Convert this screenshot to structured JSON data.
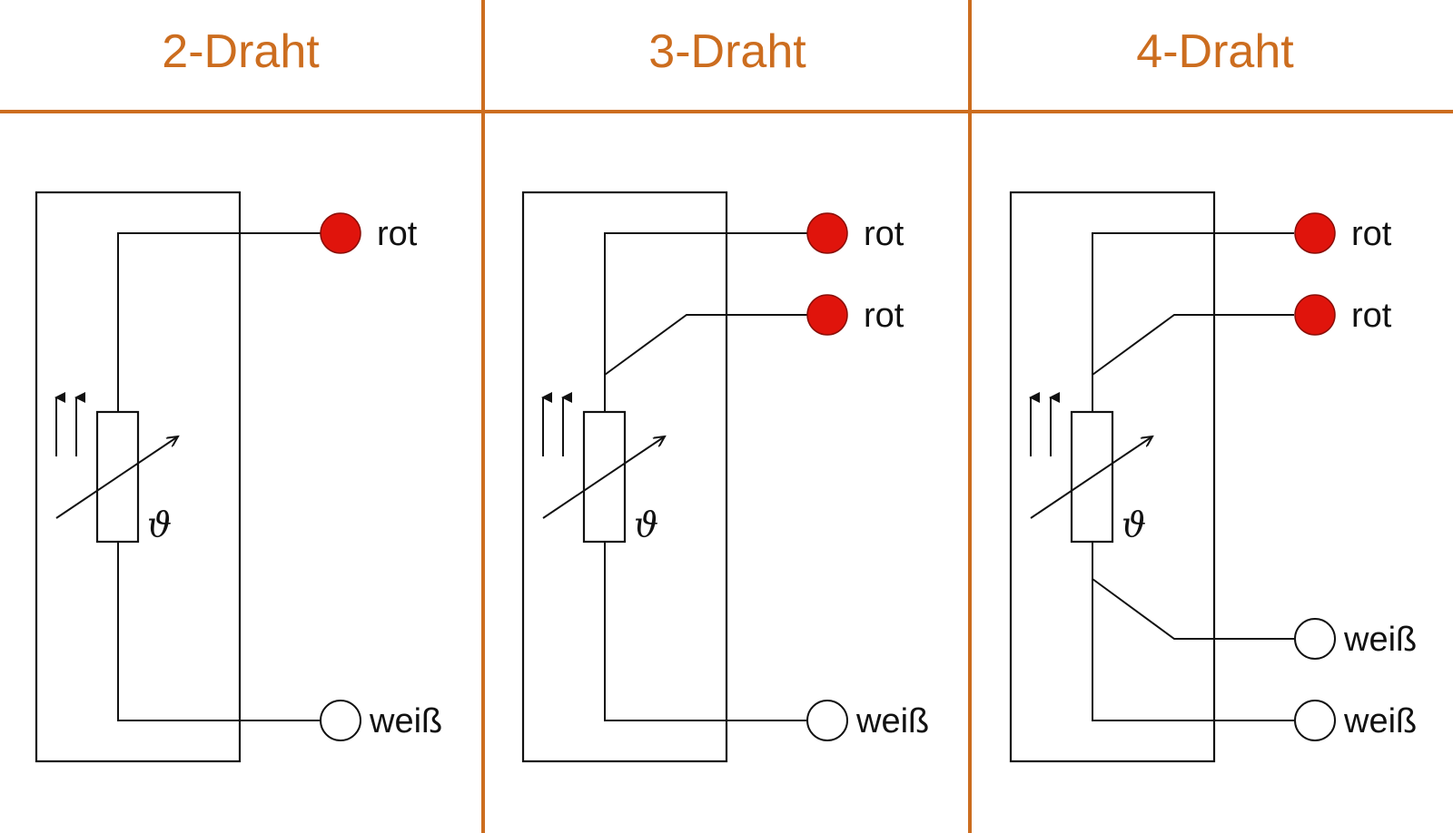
{
  "colors": {
    "accent": "#cc6d1f",
    "red_terminal": "#e0140c",
    "white_terminal": "#ffffff",
    "line": "#111111"
  },
  "panels": [
    {
      "title": "2-Draht",
      "theta": "ϑ",
      "terminals": [
        {
          "label": "rot",
          "color": "red"
        },
        {
          "label": "weiß",
          "color": "white"
        }
      ]
    },
    {
      "title": "3-Draht",
      "theta": "ϑ",
      "terminals": [
        {
          "label": "rot",
          "color": "red"
        },
        {
          "label": "rot",
          "color": "red"
        },
        {
          "label": "weiß",
          "color": "white"
        }
      ]
    },
    {
      "title": "4-Draht",
      "theta": "ϑ",
      "terminals": [
        {
          "label": "rot",
          "color": "red"
        },
        {
          "label": "rot",
          "color": "red"
        },
        {
          "label": "weiß",
          "color": "white"
        },
        {
          "label": "weiß",
          "color": "white"
        }
      ]
    }
  ]
}
